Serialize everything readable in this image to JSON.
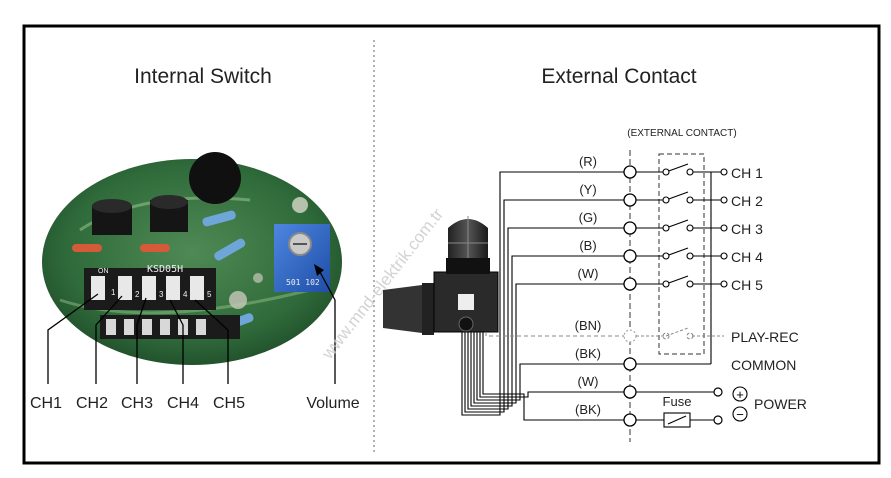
{
  "left_panel": {
    "title": "Internal Switch",
    "board_text": "KSD05H",
    "dip_on_label": "ON",
    "dip_numbers": [
      "1",
      "2",
      "3",
      "4",
      "5"
    ],
    "pot_label": "501 102",
    "channel_labels": [
      "CH1",
      "CH2",
      "CH3",
      "CH4",
      "CH5"
    ],
    "volume_label": "Volume"
  },
  "right_panel": {
    "title": "External Contact",
    "contact_header": "(EXTERNAL CONTACT)",
    "wires": [
      {
        "code": "(R)",
        "label": "CH 1"
      },
      {
        "code": "(Y)",
        "label": "CH 2"
      },
      {
        "code": "(G)",
        "label": "CH 3"
      },
      {
        "code": "(B)",
        "label": "CH 4"
      },
      {
        "code": "(W)",
        "label": "CH 5"
      },
      {
        "code": "(BN)",
        "label": "PLAY-REC"
      },
      {
        "code": "(BK)",
        "label": "COMMON"
      }
    ],
    "power_wires": [
      "(W)",
      "(BK)"
    ],
    "fuse_label": "Fuse",
    "power_label": "POWER",
    "plus_symbol": "+",
    "minus_symbol": "−"
  },
  "watermark": "www.mnd-elektrik.com.tr",
  "colors": {
    "frame": "#000000",
    "board_green": "#2f6a3a",
    "pot_blue": "#2d63c8",
    "divider": "#666666"
  }
}
